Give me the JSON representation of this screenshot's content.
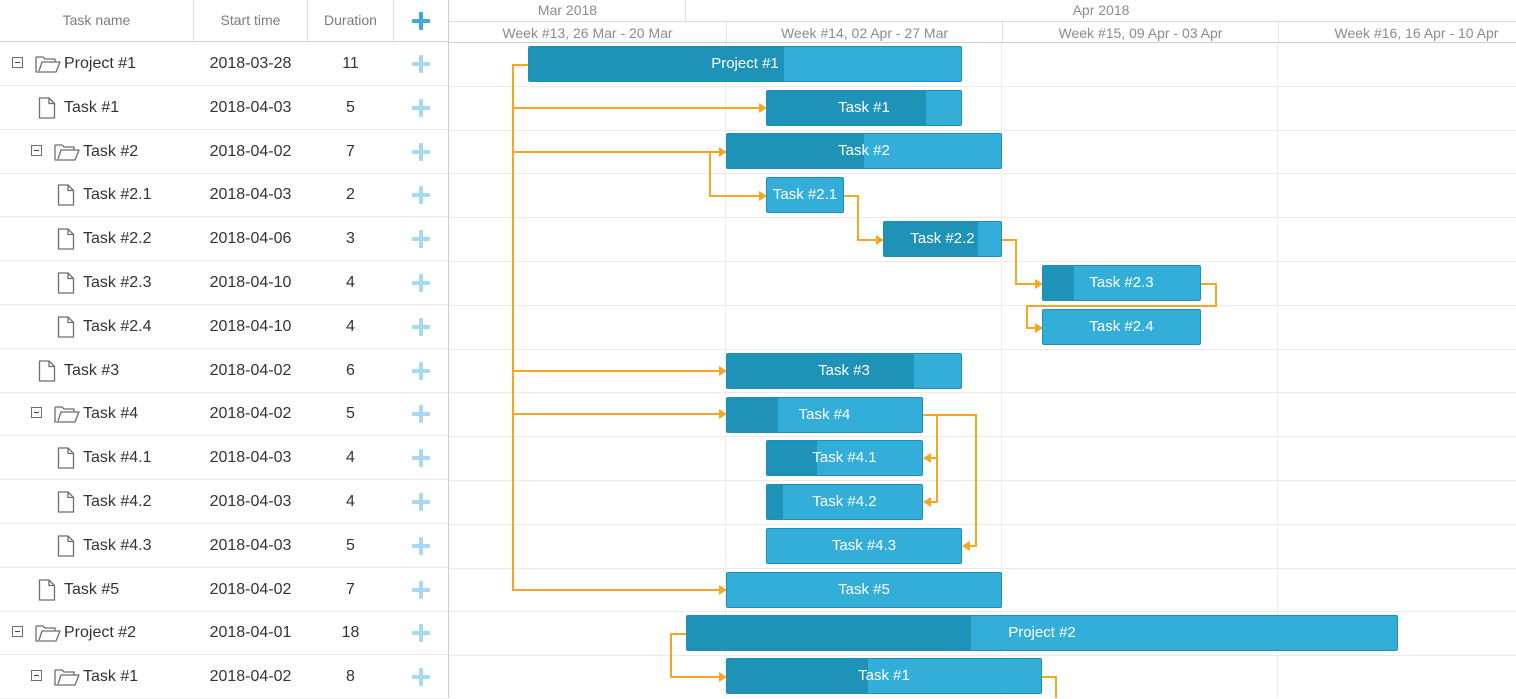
{
  "grid": {
    "columns": {
      "name": "Task name",
      "start": "Start time",
      "duration": "Duration"
    },
    "rows": [
      {
        "name": "Project #1",
        "start": "2018-03-28",
        "duration": "11",
        "type": "folder",
        "level": 0
      },
      {
        "name": "Task #1",
        "start": "2018-04-03",
        "duration": "5",
        "type": "file",
        "level": 1
      },
      {
        "name": "Task #2",
        "start": "2018-04-02",
        "duration": "7",
        "type": "folder",
        "level": 1
      },
      {
        "name": "Task #2.1",
        "start": "2018-04-03",
        "duration": "2",
        "type": "file",
        "level": 2
      },
      {
        "name": "Task #2.2",
        "start": "2018-04-06",
        "duration": "3",
        "type": "file",
        "level": 2
      },
      {
        "name": "Task #2.3",
        "start": "2018-04-10",
        "duration": "4",
        "type": "file",
        "level": 2
      },
      {
        "name": "Task #2.4",
        "start": "2018-04-10",
        "duration": "4",
        "type": "file",
        "level": 2
      },
      {
        "name": "Task #3",
        "start": "2018-04-02",
        "duration": "6",
        "type": "file",
        "level": 1
      },
      {
        "name": "Task #4",
        "start": "2018-04-02",
        "duration": "5",
        "type": "folder",
        "level": 1
      },
      {
        "name": "Task #4.1",
        "start": "2018-04-03",
        "duration": "4",
        "type": "file",
        "level": 2
      },
      {
        "name": "Task #4.2",
        "start": "2018-04-03",
        "duration": "4",
        "type": "file",
        "level": 2
      },
      {
        "name": "Task #4.3",
        "start": "2018-04-03",
        "duration": "5",
        "type": "file",
        "level": 2
      },
      {
        "name": "Task #5",
        "start": "2018-04-02",
        "duration": "7",
        "type": "file",
        "level": 1
      },
      {
        "name": "Project #2",
        "start": "2018-04-01",
        "duration": "18",
        "type": "folder",
        "level": 0
      },
      {
        "name": "Task #1",
        "start": "2018-04-02",
        "duration": "8",
        "type": "folder",
        "level": 1
      }
    ]
  },
  "timeline": {
    "months": [
      "Mar 2018",
      "Apr 2018"
    ],
    "weeks": [
      "Week #13, 26 Mar - 20 Mar",
      "Week #14, 02 Apr - 27 Mar",
      "Week #15, 09 Apr - 03 Apr",
      "Week #16, 16 Apr - 10 Apr"
    ]
  },
  "bars": [
    {
      "label": "Project #1",
      "progress": 0.59
    },
    {
      "label": "Task #1",
      "progress": 0.82
    },
    {
      "label": "Task #2",
      "progress": 0.5
    },
    {
      "label": "Task #2.1",
      "progress": 0.0
    },
    {
      "label": "Task #2.2",
      "progress": 0.8
    },
    {
      "label": "Task #2.3",
      "progress": 0.2
    },
    {
      "label": "Task #2.4",
      "progress": 0.0
    },
    {
      "label": "Task #3",
      "progress": 0.8
    },
    {
      "label": "Task #4",
      "progress": 0.26
    },
    {
      "label": "Task #4.1",
      "progress": 0.32
    },
    {
      "label": "Task #4.2",
      "progress": 0.1
    },
    {
      "label": "Task #4.3",
      "progress": 0.0
    },
    {
      "label": "Task #5",
      "progress": 0.0
    },
    {
      "label": "Project #2",
      "progress": 0.4
    },
    {
      "label": "Task #1",
      "progress": 0.45
    }
  ],
  "colors": {
    "bar": "#33aed8",
    "progress": "#1f92b8",
    "link": "#f5a623",
    "add_icon": "#3fa9d9"
  },
  "icons": {
    "collapse": "minus-square-icon",
    "folder": "folder-open-icon",
    "file": "file-icon",
    "add": "plus-icon"
  }
}
